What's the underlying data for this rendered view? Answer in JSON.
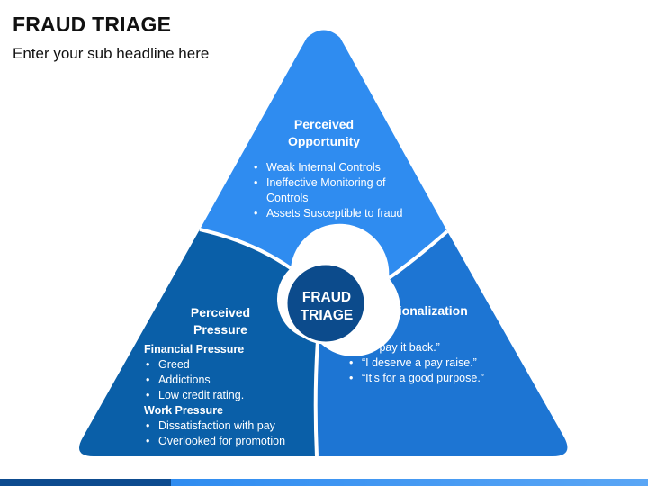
{
  "title": "FRAUD TRIAGE",
  "subtitle": "Enter your sub headline here",
  "colors": {
    "top": "#2f8cf0",
    "left": "#0a5fa8",
    "right": "#1d75d3",
    "center": "#0c4b8c",
    "bar_dark": "#0d4b8f",
    "bar_light": "#2f8cf0"
  },
  "center": {
    "line1": "FRAUD",
    "line2": "TRIAGE"
  },
  "opportunity": {
    "heading1": "Perceived",
    "heading2": "Opportunity",
    "items": [
      "Weak Internal Controls",
      "Ineffective Monitoring of Controls",
      "Assets Susceptible to fraud"
    ]
  },
  "pressure": {
    "heading1": "Perceived",
    "heading2": "Pressure",
    "financial_label": "Financial Pressure",
    "financial_items": [
      "Greed",
      "Addictions",
      "Low credit rating."
    ],
    "work_label": "Work Pressure",
    "work_items": [
      "Dissatisfaction with pay",
      "Overlooked for promotion"
    ]
  },
  "rationalization": {
    "heading": "Rationalization",
    "items": [
      "“I’ll pay it back.”",
      "“I deserve a pay raise.”",
      "“It’s for a good purpose.”"
    ]
  }
}
